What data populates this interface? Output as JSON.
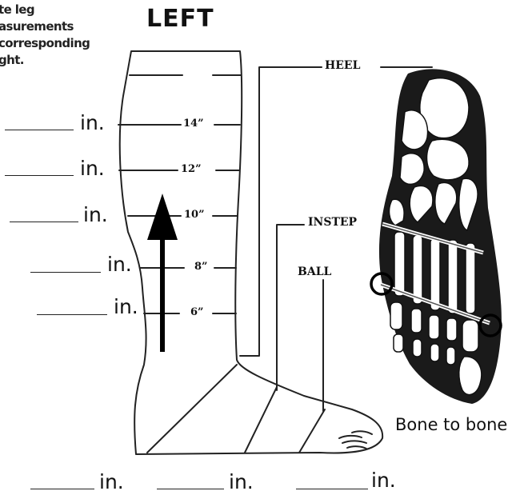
{
  "instructions": [
    "te leg",
    "asurements",
    "corresponding",
    "ght."
  ],
  "title": "LEFT",
  "unit": "in.",
  "leg_marks": [
    "14”",
    "12”",
    "10”",
    "8”",
    "6”"
  ],
  "foot_points": {
    "heel": "HEEL",
    "instep": "INSTEP",
    "ball": "BALL"
  },
  "bone_label": "Bone to bone"
}
